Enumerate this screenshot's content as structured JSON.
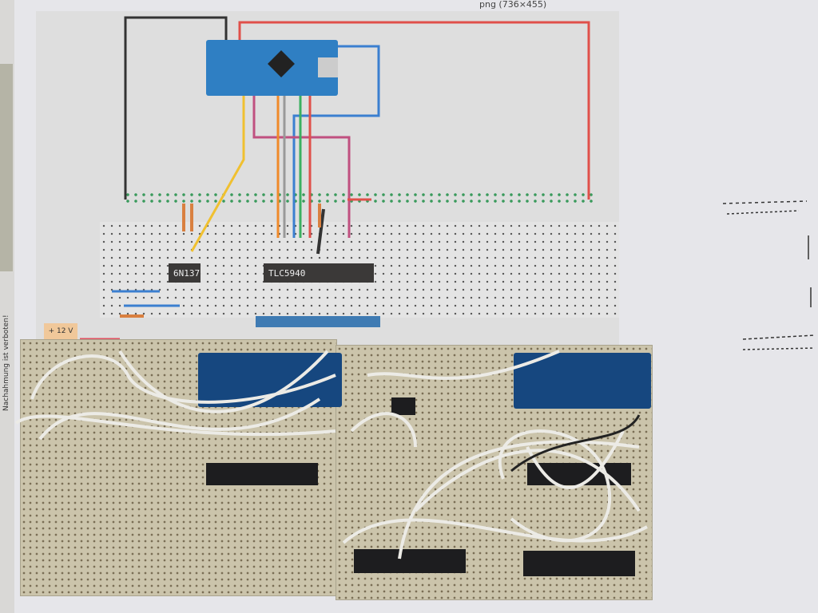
{
  "caption": "png (736×455)",
  "side_text": "Nachahmung ist verboten!",
  "diagram": {
    "ic_optocoupler": "6N137",
    "ic_driver": "TLC5940",
    "power_label": "+ 12 V"
  },
  "colors": {
    "paper": "#dedede",
    "arduino": "#2f7fc3",
    "perfboard": "#cbc4ab",
    "wire_red": "#e0504a",
    "wire_blue": "#3b7fd0"
  }
}
